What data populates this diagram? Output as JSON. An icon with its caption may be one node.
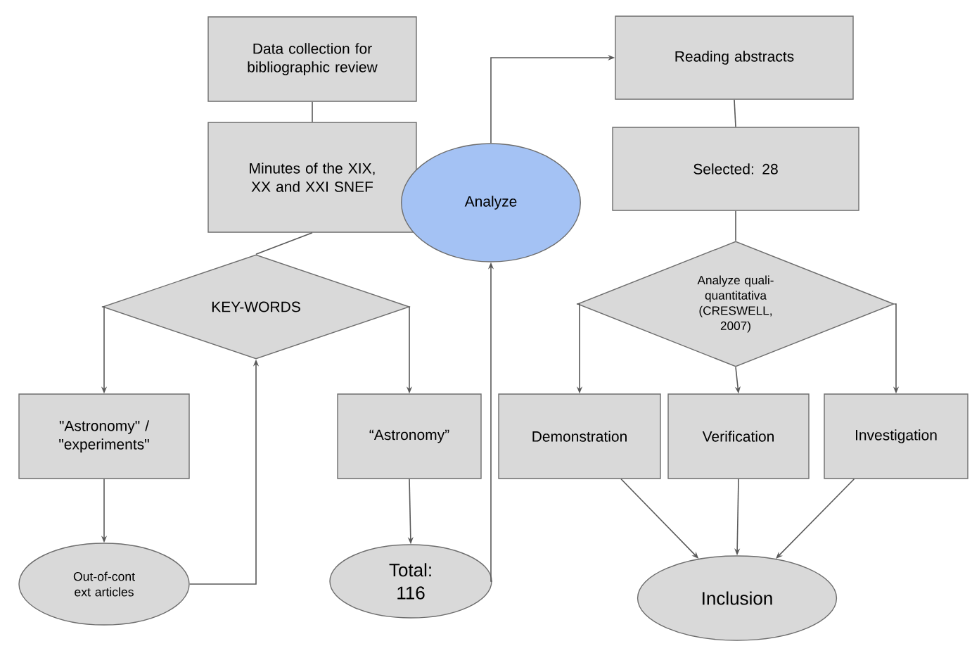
{
  "diagram": {
    "nodes": [
      {
        "text": [
          "Data collection for bibliographic review"
        ]
      },
      {
        "text": [
          "Minutes of the XIX, XX and XXI SNEF"
        ]
      },
      {
        "text": [
          "KEY-WORDS"
        ]
      },
      {
        "text": [
          "\"Astronomy\" / \"experiments\""
        ]
      },
      {
        "text": [
          "Out-of-cont ext articles"
        ]
      },
      {
        "text": [
          "“Astronomy”"
        ]
      },
      {
        "text": [
          "Total: 116"
        ]
      },
      {
        "text": [
          "Analyze"
        ]
      },
      {
        "text": [
          "Reading abstracts"
        ]
      },
      {
        "text": [
          "Selected: 28"
        ]
      },
      {
        "text": [
          "Analyze quali-quantitativa (CRESWELL, 2007)"
        ]
      },
      {
        "text": [
          "Demonstration"
        ]
      },
      {
        "text": [
          "Verification"
        ]
      },
      {
        "text": [
          "Investigation"
        ]
      },
      {
        "text": [
          "Inclusion"
        ]
      }
    ],
    "edges": [
      {
        "from": 0,
        "to": 1,
        "arrow": "none"
      },
      {
        "from": 1,
        "to": 2,
        "arrow": "none"
      },
      {
        "from": 2,
        "to": 3,
        "arrow": "to"
      },
      {
        "from": 3,
        "to": 4,
        "arrow": "to"
      },
      {
        "from": 4,
        "to": 2,
        "arrow": "to"
      },
      {
        "from": 2,
        "to": 5,
        "arrow": "to"
      },
      {
        "from": 5,
        "to": 6,
        "arrow": "to"
      },
      {
        "from": 6,
        "to": 7,
        "arrow": "to"
      },
      {
        "from": 7,
        "to": 8,
        "arrow": "to"
      },
      {
        "from": 8,
        "to": 9,
        "arrow": "none"
      },
      {
        "from": 9,
        "to": 10,
        "arrow": "none"
      },
      {
        "from": 10,
        "to": 11,
        "arrow": "to"
      },
      {
        "from": 10,
        "to": 12,
        "arrow": "to"
      },
      {
        "from": 10,
        "to": 13,
        "arrow": "to"
      },
      {
        "from": 11,
        "to": 14,
        "arrow": "to"
      },
      {
        "from": 12,
        "to": 14,
        "arrow": "to"
      },
      {
        "from": 13,
        "to": 14,
        "arrow": "to"
      }
    ]
  }
}
